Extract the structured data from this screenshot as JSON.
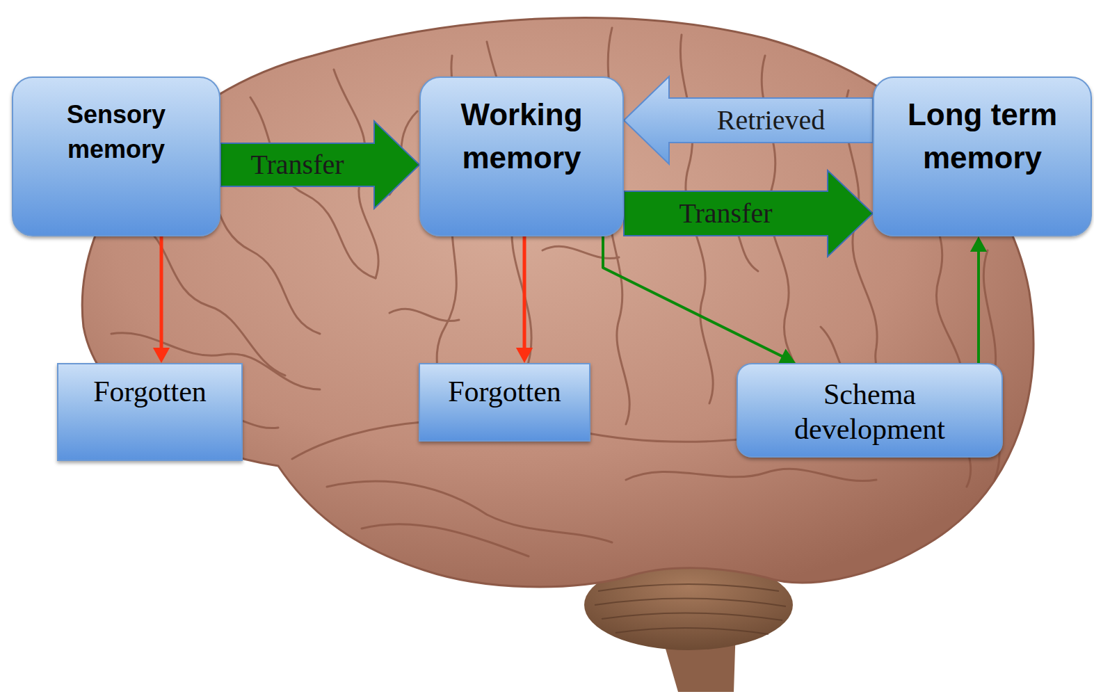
{
  "diagram": {
    "nodes": [
      {
        "text": [
          "Sensory memory"
        ]
      },
      {
        "text": [
          "Working memory"
        ]
      },
      {
        "text": [
          "Long term memory"
        ]
      },
      {
        "text": [
          "Forgotten"
        ]
      },
      {
        "text": [
          "Forgotten"
        ]
      },
      {
        "text": [
          "Schema development"
        ]
      }
    ],
    "edges": [
      {
        "from": 0,
        "to": 1,
        "label": "Transfer",
        "arrow": "to"
      },
      {
        "from": 2,
        "to": 1,
        "label": "Retrieved",
        "arrow": "to"
      },
      {
        "from": 1,
        "to": 2,
        "label": "Transfer",
        "arrow": "to"
      },
      {
        "from": 0,
        "to": 3,
        "arrow": "to"
      },
      {
        "from": 1,
        "to": 4,
        "arrow": "to"
      },
      {
        "from": 1,
        "to": 5,
        "arrow": "to"
      },
      {
        "from": 5,
        "to": 2,
        "arrow": "to"
      }
    ]
  }
}
